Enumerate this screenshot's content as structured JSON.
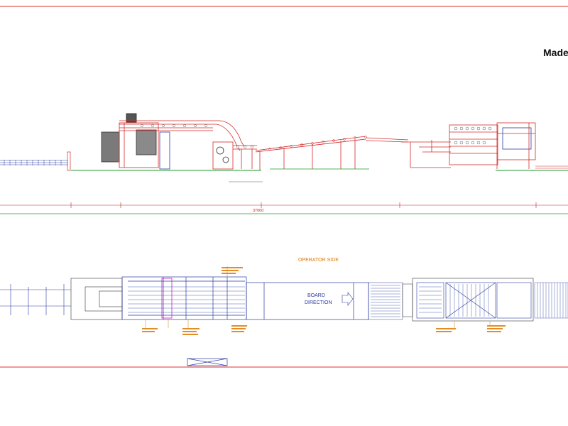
{
  "title_block": {
    "made_text": "Made"
  },
  "dimension": {
    "overall_length": "37000"
  },
  "labels": {
    "operator_side": "OPERATOR SIDE",
    "board_direction_line1": "BOARD",
    "board_direction_line2": "DIRECTION"
  },
  "colors": {
    "frame": "#e03030",
    "machine_red": "#d42a2a",
    "machine_blue": "#2a3aa0",
    "floor_green": "#1e9e2e",
    "label_orange": "#e07a00",
    "accent_magenta": "#c020c0"
  }
}
